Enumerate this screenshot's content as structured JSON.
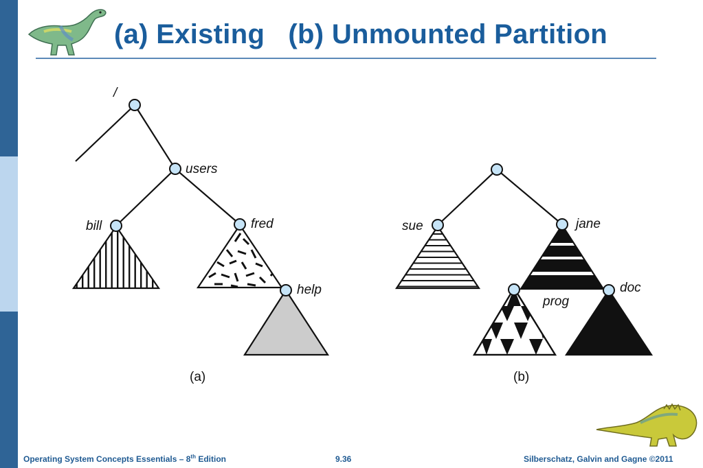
{
  "slide": {
    "title": "(a) Existing   (b) Unmounted Partition"
  },
  "diagram": {
    "tree_a": {
      "root_label": "/",
      "nodes": {
        "users": "users",
        "bill": "bill",
        "fred": "fred",
        "help": "help"
      },
      "caption": "(a)"
    },
    "tree_b": {
      "nodes": {
        "sue": "sue",
        "jane": "jane",
        "prog": "prog",
        "doc": "doc"
      },
      "caption": "(b)"
    }
  },
  "footer": {
    "book": "Operating System Concepts Essentials  – 8",
    "book_sup": "th",
    "book_suffix": " Edition",
    "page": "9.36",
    "copyright": "Silberschatz, Galvin and Gagne ©2011"
  },
  "colors": {
    "title": "#1a5d9c",
    "sidebar": "#2f6496",
    "sidebar_highlight": "#bcd6ee",
    "node_fill": "#c6e4f7",
    "help_fill": "#cccccc",
    "ink": "#111111"
  },
  "icons": {
    "top_logo": "dinosaur-icon",
    "bottom_logo": "dinosaur-icon"
  }
}
